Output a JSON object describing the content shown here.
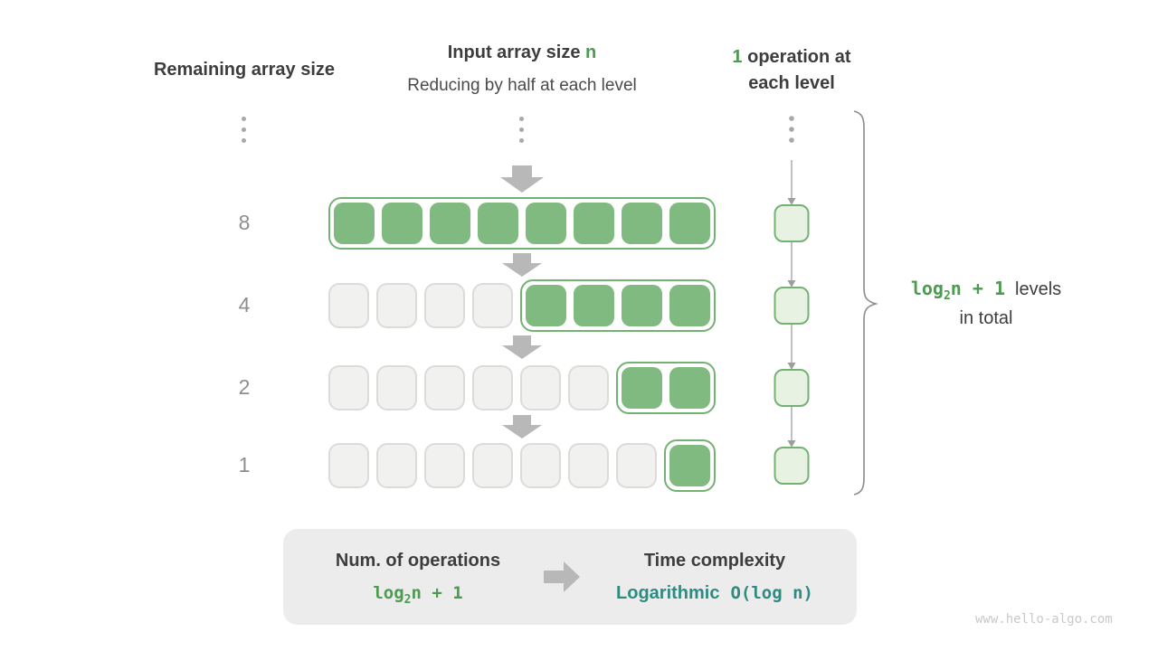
{
  "header": {
    "left_title": "Remaining array size",
    "center_title_prefix": "Input array size ",
    "center_title_highlight": "n",
    "center_subtitle": "Reducing by half at each level",
    "right_highlight": "1",
    "right_line1_rest": " operation at",
    "right_line2": "each level"
  },
  "diagram": {
    "rows": [
      {
        "label": "8",
        "gray_cells": 0,
        "green_cells": 8
      },
      {
        "label": "4",
        "gray_cells": 4,
        "green_cells": 4
      },
      {
        "label": "2",
        "gray_cells": 6,
        "green_cells": 2
      },
      {
        "label": "1",
        "gray_cells": 7,
        "green_cells": 1
      }
    ],
    "levels_label": {
      "formula_base": "log",
      "formula_sub": "2",
      "formula_rest": "n + 1",
      "suffix": "levels",
      "line2": "in total"
    }
  },
  "summary": {
    "operations_title": "Num. of operations",
    "operations_formula_base": "log",
    "operations_formula_sub": "2",
    "operations_formula_rest": "n + 1",
    "complexity_title": "Time complexity",
    "complexity_name": "Logarithmic",
    "complexity_notation": "O(log n)"
  },
  "watermark": "www.hello-algo.com",
  "colors": {
    "green_fill": "#81ba80",
    "green_border": "#74b274",
    "light_green_fill": "#e7f2e3",
    "gray_cell_fill": "#f1f1ef",
    "gray_cell_border": "#dbdbd9",
    "text_dark": "#3d3d3d",
    "text_green": "#4d9b50",
    "text_teal": "#2f8a82",
    "arrow_gray": "#b8b8b8"
  }
}
